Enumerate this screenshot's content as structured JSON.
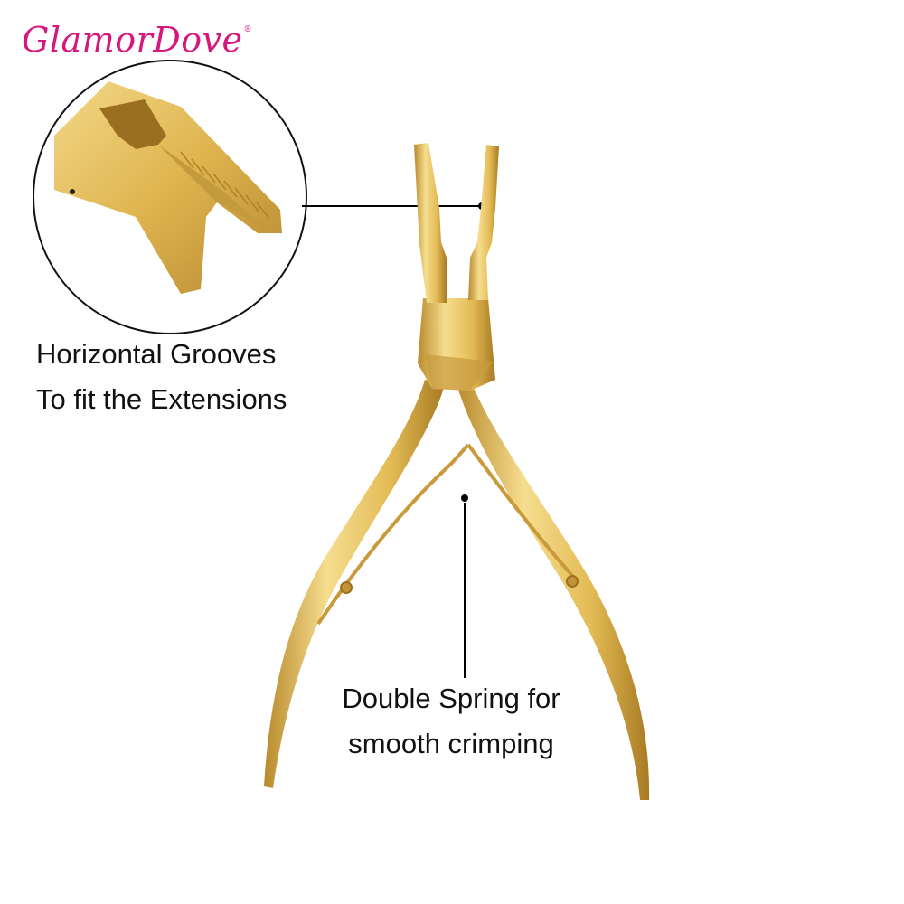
{
  "brand": {
    "name": "GlamorDove",
    "trademark": "®"
  },
  "callouts": {
    "grooves": {
      "line1": "Horizontal Grooves",
      "line2": "To fit the Extensions"
    },
    "spring": {
      "line1": "Double Spring for",
      "line2": "smooth crimping"
    }
  },
  "colors": {
    "brand_pink": "#d6187e",
    "gold": "#e3bb55",
    "gold_dark": "#b88a2c",
    "gold_light": "#f6dd8f"
  }
}
